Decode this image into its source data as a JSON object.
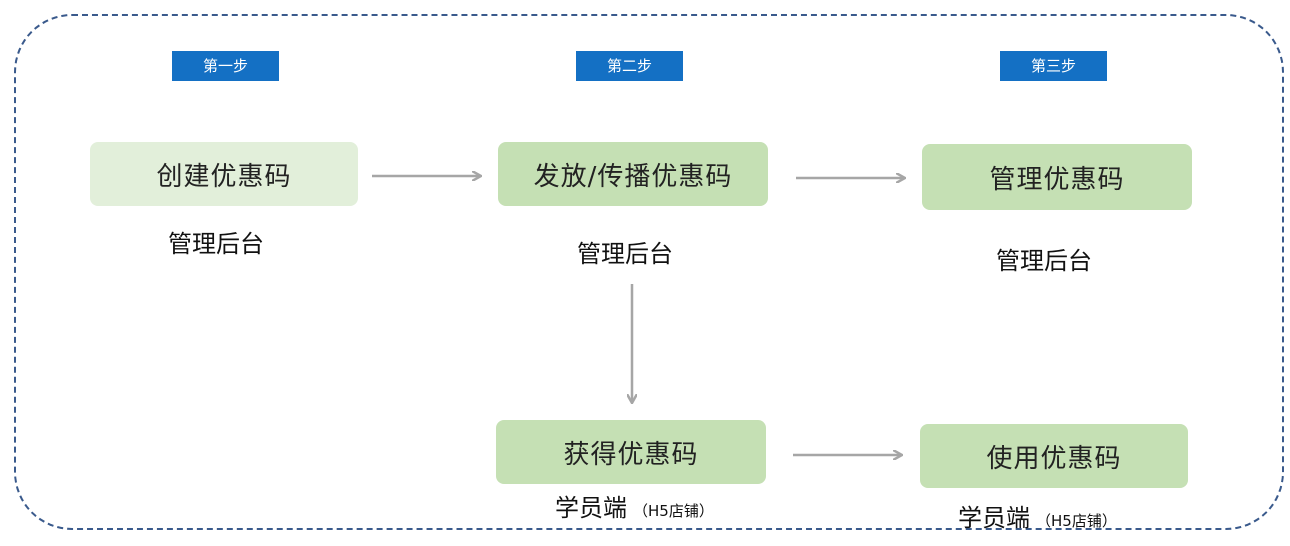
{
  "steps": [
    "第一步",
    "第二步",
    "第三步"
  ],
  "nodes": {
    "create": "创建优惠码",
    "distribute": "发放/传播优惠码",
    "manage": "管理优惠码",
    "obtain": "获得优惠码",
    "use": "使用优惠码"
  },
  "labels": {
    "admin_1": "管理后台",
    "admin_2": "管理后台",
    "admin_3": "管理后台",
    "student_1": "学员端",
    "student_1_note": "（H5店铺）",
    "student_2": "学员端",
    "student_2_note": "（H5店铺）"
  },
  "colors": {
    "border": "#3a5a8c",
    "step_tag": "#1470c4",
    "node_light": "#e2efda",
    "node_mid": "#c5e0b4",
    "arrow": "#a6a6a6"
  }
}
